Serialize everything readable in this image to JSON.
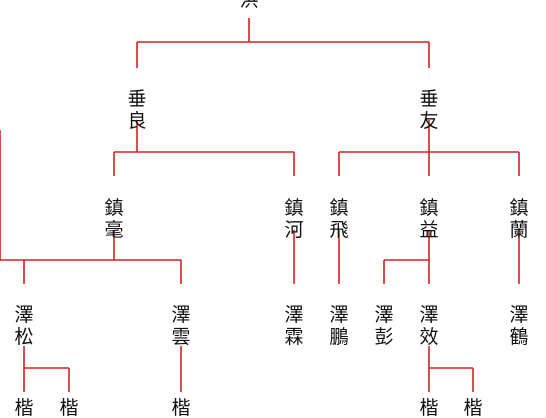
{
  "tree": {
    "nodes": [
      {
        "id": "n0",
        "label": "洪",
        "top_char_only": false
      },
      {
        "id": "n1",
        "label": "垂良"
      },
      {
        "id": "n2",
        "label": "垂友"
      },
      {
        "id": "n3",
        "label": "鎮毫"
      },
      {
        "id": "n4",
        "label": "鎮河"
      },
      {
        "id": "n5",
        "label": "鎮飛"
      },
      {
        "id": "n6",
        "label": "鎮益"
      },
      {
        "id": "n7",
        "label": "鎮蘭"
      },
      {
        "id": "n8",
        "label": "澤松"
      },
      {
        "id": "n9",
        "label": "澤雲"
      },
      {
        "id": "n10",
        "label": "澤霖"
      },
      {
        "id": "n11",
        "label": "澤鵬"
      },
      {
        "id": "n12",
        "label": "澤彭"
      },
      {
        "id": "n13",
        "label": "澤效"
      },
      {
        "id": "n14",
        "label": "澤鶴"
      },
      {
        "id": "n15",
        "label": "楷"
      },
      {
        "id": "n16",
        "label": "楷"
      },
      {
        "id": "n17",
        "label": "楷"
      },
      {
        "id": "n18",
        "label": "楷"
      },
      {
        "id": "n19",
        "label": "楷"
      }
    ],
    "edges": [
      [
        "n0",
        "n1"
      ],
      [
        "n0",
        "n2"
      ],
      [
        "n1",
        "n3"
      ],
      [
        "n1",
        "n4"
      ],
      [
        "n2",
        "n5"
      ],
      [
        "n2",
        "n6"
      ],
      [
        "n2",
        "n7"
      ],
      [
        "n3",
        "n8"
      ],
      [
        "n3",
        "n9"
      ],
      [
        "n4",
        "n10"
      ],
      [
        "n5",
        "n11"
      ],
      [
        "n6",
        "n12"
      ],
      [
        "n6",
        "n13"
      ],
      [
        "n7",
        "n14"
      ],
      [
        "n8",
        "n15"
      ],
      [
        "n8",
        "n16"
      ],
      [
        "n9",
        "n17"
      ],
      [
        "n13",
        "n18"
      ],
      [
        "n13",
        "n19"
      ]
    ],
    "line_color": "#d62020",
    "text_color": "#111111"
  }
}
